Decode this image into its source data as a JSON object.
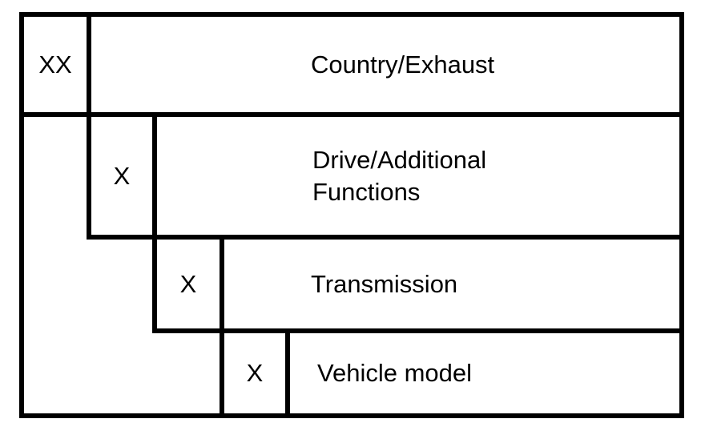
{
  "diagram": {
    "background_color": "#ffffff",
    "line_color": "#000000",
    "rows": [
      {
        "code": "XX",
        "label": "Country/Exhaust"
      },
      {
        "code": "X",
        "label": "Drive/Additional\nFunctions"
      },
      {
        "code": "X",
        "label": "Transmission"
      },
      {
        "code": "X",
        "label": "Vehicle model"
      }
    ]
  }
}
